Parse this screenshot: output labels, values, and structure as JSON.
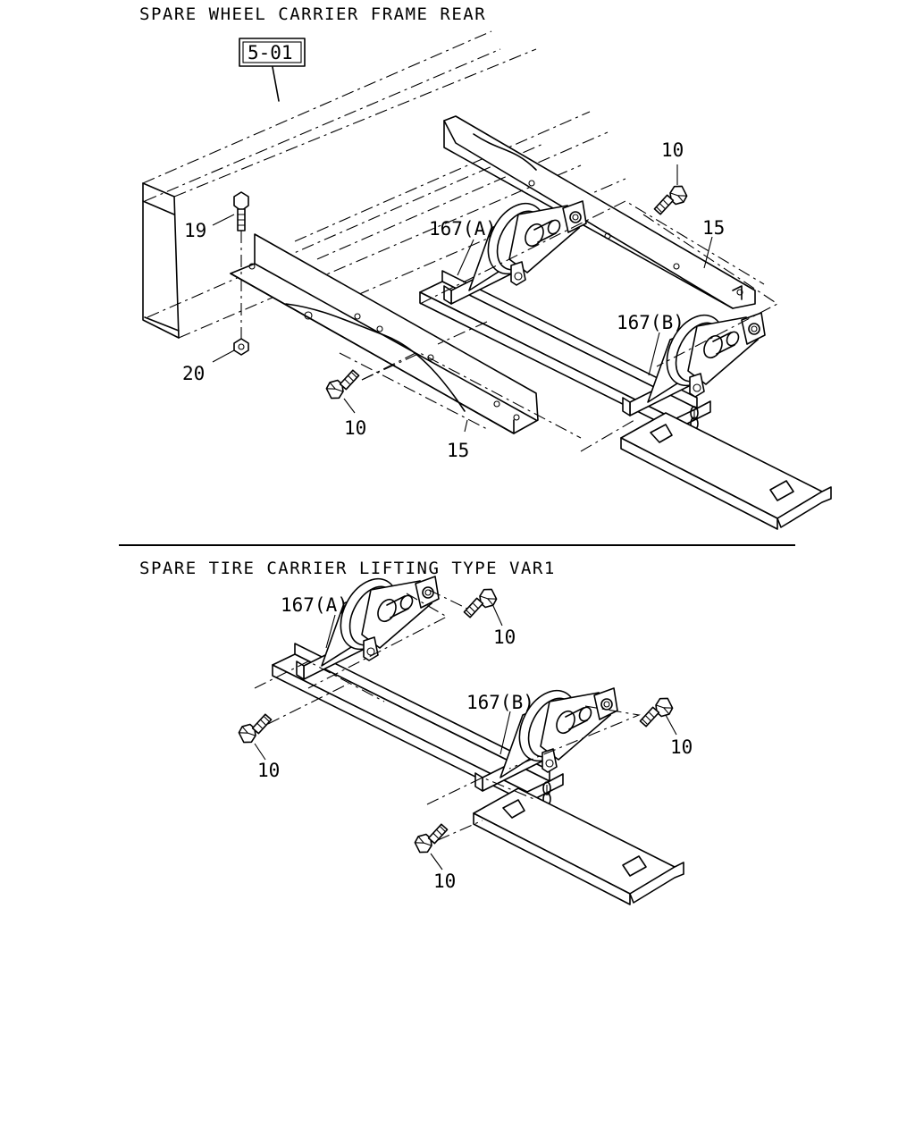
{
  "sections": [
    {
      "heading": "SPARE WHEEL CARRIER FRAME REAR"
    },
    {
      "heading": "SPARE TIRE CARRIER LIFTING TYPE VAR1"
    }
  ],
  "reference_box": {
    "label": "5-01"
  },
  "callouts": {
    "top": {
      "bolt_19": "19",
      "nut_20": "20",
      "bolt_10_upper": "10",
      "bolt_10_lower": "10",
      "member_15_upper": "15",
      "member_15_lower": "15",
      "carrier_167a": "167(A)",
      "carrier_167b": "167(B)"
    },
    "bottom": {
      "carrier_167a": "167(A)",
      "carrier_167b": "167(B)",
      "bolt_10_a_right": "10",
      "bolt_10_a_left": "10",
      "bolt_10_b_right": "10",
      "bolt_10_b_left": "10"
    }
  }
}
